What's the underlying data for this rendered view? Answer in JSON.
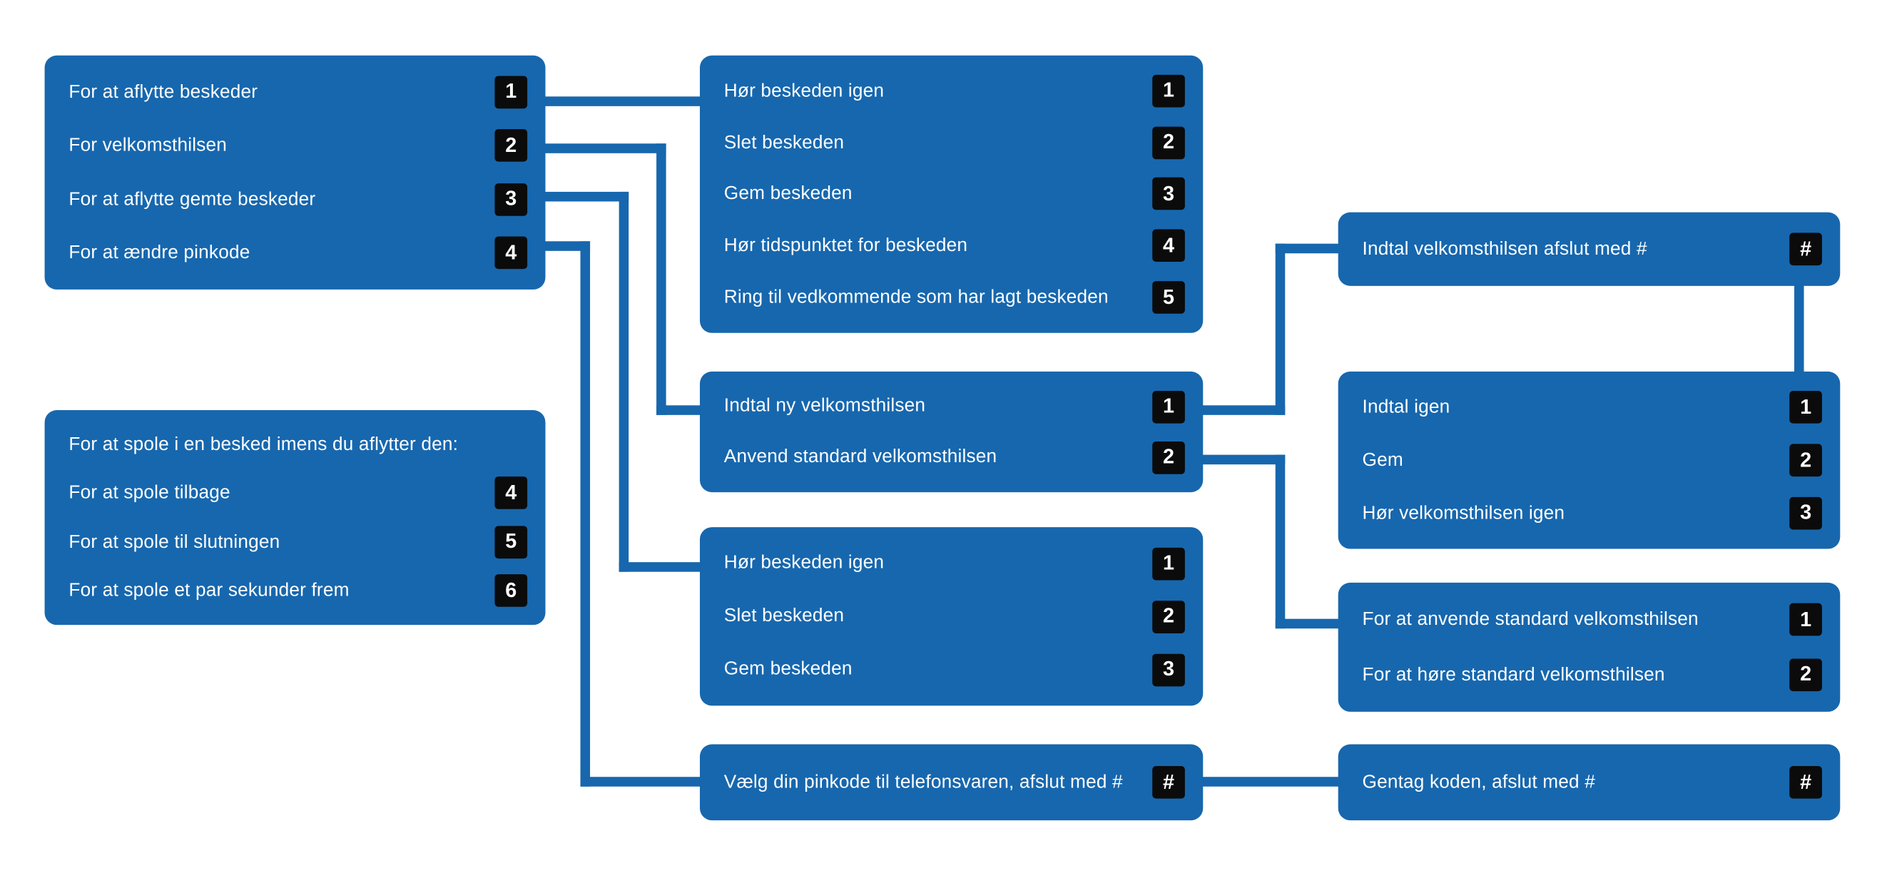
{
  "palette": {
    "box": "#1767ae",
    "badge_bg": "#0b0b0b",
    "text": "#ffffff",
    "background": "#ffffff"
  },
  "boxes": {
    "main_menu": {
      "items": [
        {
          "label": "For at aflytte beskeder",
          "key": "1"
        },
        {
          "label": "For velkomsthilsen",
          "key": "2"
        },
        {
          "label": "For at aflytte gemte beskeder",
          "key": "3"
        },
        {
          "label": "For at ændre pinkode",
          "key": "4"
        }
      ]
    },
    "seek_menu": {
      "header": "For at spole i en besked imens du aflytter den:",
      "items": [
        {
          "label": "For at spole tilbage",
          "key": "4"
        },
        {
          "label": "For at spole til slutningen",
          "key": "5"
        },
        {
          "label": "For at spole et par sekunder frem",
          "key": "6"
        }
      ]
    },
    "message_menu": {
      "items": [
        {
          "label": "Hør beskeden igen",
          "key": "1"
        },
        {
          "label": "Slet beskeden",
          "key": "2"
        },
        {
          "label": "Gem beskeden",
          "key": "3"
        },
        {
          "label": "Hør tidspunktet for beskeden",
          "key": "4"
        },
        {
          "label": "Ring til vedkommende som har lagt beskeden",
          "key": "5"
        }
      ]
    },
    "greeting_menu": {
      "items": [
        {
          "label": "Indtal ny velkomsthilsen",
          "key": "1"
        },
        {
          "label": "Anvend standard velkomsthilsen",
          "key": "2"
        }
      ]
    },
    "saved_message_menu": {
      "items": [
        {
          "label": "Hør beskeden igen",
          "key": "1"
        },
        {
          "label": "Slet beskeden",
          "key": "2"
        },
        {
          "label": "Gem beskeden",
          "key": "3"
        }
      ]
    },
    "pin_entry": {
      "items": [
        {
          "label": "Vælg din pinkode til telefonsvaren, afslut med #",
          "key": "#"
        }
      ]
    },
    "record_greeting": {
      "items": [
        {
          "label": "Indtal velkomsthilsen afslut med #",
          "key": "#"
        }
      ]
    },
    "greeting_confirm": {
      "items": [
        {
          "label": "Indtal igen",
          "key": "1"
        },
        {
          "label": "Gem",
          "key": "2"
        },
        {
          "label": "Hør velkomsthilsen igen",
          "key": "3"
        }
      ]
    },
    "standard_greeting": {
      "items": [
        {
          "label": "For at anvende standard velkomsthilsen",
          "key": "1"
        },
        {
          "label": "For at høre standard velkomsthilsen",
          "key": "2"
        }
      ]
    },
    "pin_repeat": {
      "items": [
        {
          "label": "Gentag koden, afslut med #",
          "key": "#"
        }
      ]
    }
  }
}
